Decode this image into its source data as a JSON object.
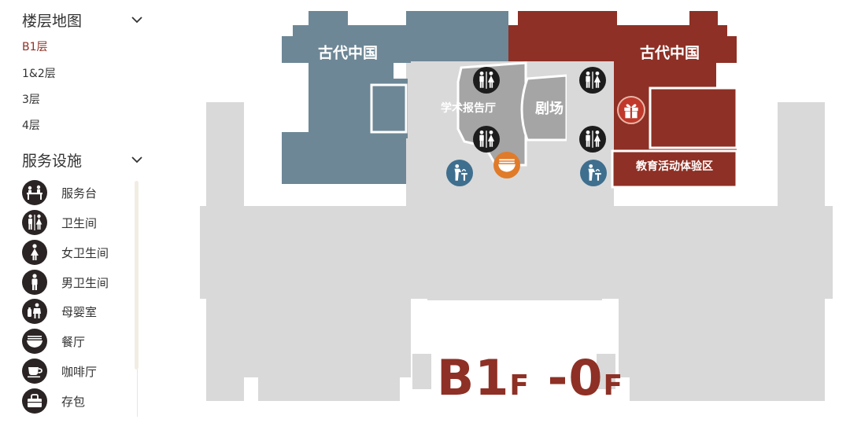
{
  "sidebar": {
    "floors_title": "楼层地图",
    "floors": [
      {
        "label": "B1层",
        "active": true
      },
      {
        "label": "1&2层",
        "active": false
      },
      {
        "label": "3层",
        "active": false
      },
      {
        "label": "4层",
        "active": false
      }
    ],
    "services_title": "服务设施",
    "services": [
      {
        "label": "服务台",
        "icon": "service-desk-icon"
      },
      {
        "label": "卫生间",
        "icon": "restroom-icon"
      },
      {
        "label": "女卫生间",
        "icon": "womens-restroom-icon"
      },
      {
        "label": "男卫生间",
        "icon": "mens-restroom-icon"
      },
      {
        "label": "母婴室",
        "icon": "nursing-room-icon"
      },
      {
        "label": "餐厅",
        "icon": "restaurant-icon"
      },
      {
        "label": "咖啡厅",
        "icon": "cafe-icon"
      },
      {
        "label": "存包",
        "icon": "luggage-storage-icon"
      }
    ]
  },
  "map": {
    "rooms": {
      "west_hall": "古代中国",
      "east_hall": "古代中国",
      "lecture_hall": "学术报告厅",
      "theater": "剧场",
      "education_zone": "教育活动体验区"
    },
    "floor_label": {
      "main": "B1",
      "f1": "F",
      "sep": " -0",
      "f2": "F"
    },
    "colors": {
      "west_hall": "#6d8796",
      "east_hall": "#8e3025",
      "corridor": "#d9d9d9",
      "active_text": "#8e3025"
    },
    "pins": [
      {
        "type": "restroom",
        "icon": "restroom-icon"
      },
      {
        "type": "restroom",
        "icon": "restroom-icon"
      },
      {
        "type": "restroom",
        "icon": "restroom-icon"
      },
      {
        "type": "restroom",
        "icon": "restroom-icon"
      },
      {
        "type": "drinking-water",
        "icon": "drinking-fountain-icon"
      },
      {
        "type": "drinking-water",
        "icon": "drinking-fountain-icon"
      },
      {
        "type": "restaurant",
        "icon": "restaurant-icon"
      },
      {
        "type": "gift-shop",
        "icon": "gift-icon"
      }
    ]
  }
}
